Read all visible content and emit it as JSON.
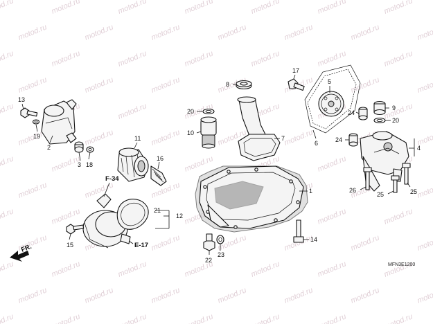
{
  "watermark_text": "motod.ru",
  "diagram_code": "MFN3E1200",
  "direction_label": "FR.",
  "references": {
    "f34": "F-34",
    "e17": "E-17"
  },
  "callouts": {
    "c1": "1",
    "c2": "2",
    "c3": "3",
    "c4": "4",
    "c5": "5",
    "c6": "6",
    "c7": "7",
    "c8": "8",
    "c9": "9",
    "c10": "10",
    "c11": "11",
    "c12": "12",
    "c13": "13",
    "c14": "14",
    "c15": "15",
    "c16": "16",
    "c17": "17",
    "c18": "18",
    "c19": "19",
    "c20a": "20",
    "c20b": "20",
    "c21": "21",
    "c22": "22",
    "c23": "23",
    "c24a": "24",
    "c24b": "24",
    "c25a": "25",
    "c25b": "25",
    "c26": "26"
  }
}
